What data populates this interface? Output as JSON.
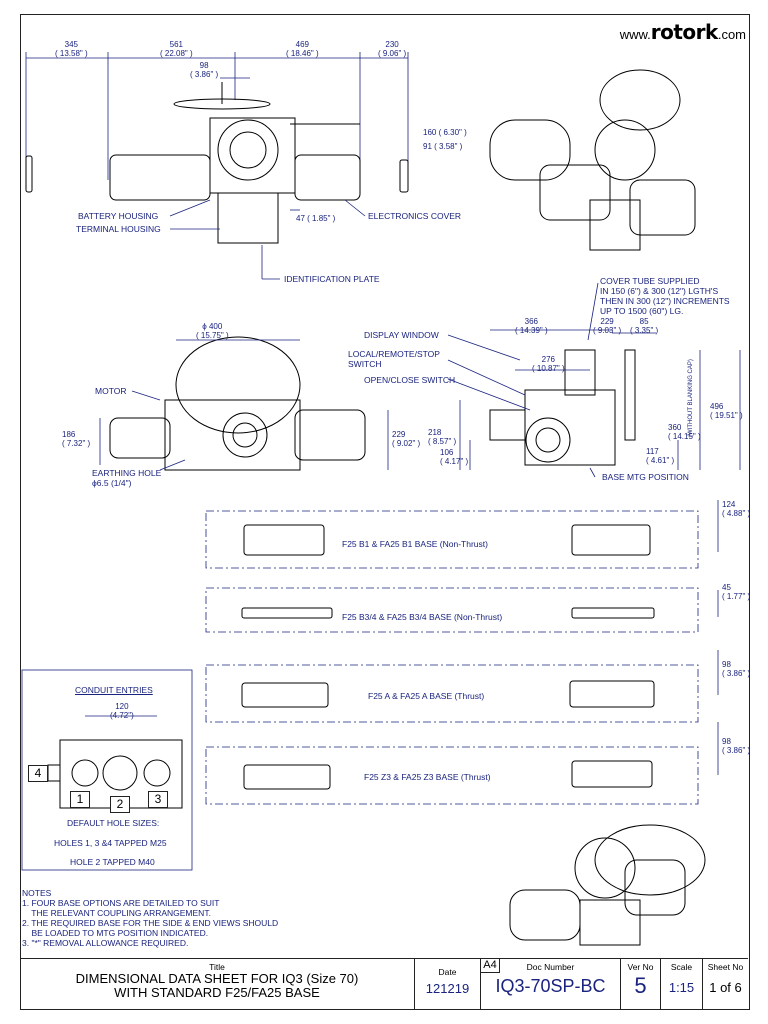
{
  "brand": {
    "prefix": "www.",
    "name": "rotork",
    "suffix": ".com"
  },
  "top_dims": {
    "d1": {
      "mm": "345",
      "in": "( 13.58\" )"
    },
    "d2": {
      "mm": "561",
      "in": "( 22.08\" )"
    },
    "d3": {
      "mm": "469",
      "in": "( 18.46\" )"
    },
    "d4": {
      "mm": "230",
      "in": "( 9.06\" )"
    },
    "d5": {
      "mm": "98",
      "in": "( 3.86\" )"
    },
    "d6": {
      "mm": "160",
      "in": "( 6.30\" )"
    },
    "d7": {
      "mm": "91",
      "in": "( 3.58\" )"
    },
    "d8": {
      "mm": "47",
      "in": "( 1.85\" )"
    }
  },
  "top_labels": {
    "battery": "BATTERY HOUSING",
    "terminal": "TERMINAL HOUSING",
    "electronics": "ELECTRONICS COVER",
    "ident": "IDENTIFICATION PLATE"
  },
  "mid_labels": {
    "cover_tube": "COVER TUBE SUPPLIED",
    "cover_tube2": "IN 150 (6\") & 300 (12\") LGTH'S",
    "cover_tube3": "THEN IN 300 (12\") INCREMENTS",
    "cover_tube4": "UP TO 1500 (60\") LG.",
    "display": "DISPLAY WINDOW",
    "local1": "LOCAL/REMOTE/STOP",
    "local2": "SWITCH",
    "openclose": "OPEN/CLOSE SWITCH",
    "motor": "MOTOR",
    "earthing": "EARTHING HOLE",
    "earthing_size": "ϕ6.5 (1/4\")",
    "base_mtg": "BASE MTG POSITION",
    "without_cap": "(WITHOUT BLANKING CAP)"
  },
  "mid_dims": {
    "dia400": {
      "mm": "ϕ  400",
      "in": "( 15.75\" )"
    },
    "d366": {
      "mm": "366",
      "in": "( 14.39\" )"
    },
    "d229h": {
      "mm": "229",
      "in": "( 9.03\" )"
    },
    "d85": {
      "mm": "85",
      "in": "( 3.35\" )"
    },
    "d276": {
      "mm": "276",
      "in": "( 10.87\" )"
    },
    "d186": {
      "mm": "186",
      "in": "( 7.32\" )"
    },
    "d229v": {
      "mm": "229",
      "in": "( 9.02\" )"
    },
    "d218": {
      "mm": "218",
      "in": "( 8.57\" )"
    },
    "d106": {
      "mm": "106",
      "in": "( 4.17\" )"
    },
    "d117": {
      "mm": "117",
      "in": "( 4.61\" )"
    },
    "d360": {
      "mm": "360",
      "in": "( 14.15\" )"
    },
    "d496": {
      "mm": "496",
      "in": "( 19.51\" )"
    }
  },
  "bases": [
    {
      "label": "F25 B1 & FA25 B1 BASE (Non-Thrust)",
      "mm": "124",
      "in": "( 4.88\" )"
    },
    {
      "label": "F25 B3/4 & FA25 B3/4 BASE (Non-Thrust)",
      "mm": "45",
      "in": "( 1.77\" )"
    },
    {
      "label": "F25 A & FA25 A BASE (Thrust)",
      "mm": "98",
      "in": "( 3.86\" )"
    },
    {
      "label": "F25 Z3 & FA25 Z3 BASE (Thrust)",
      "mm": "98",
      "in": "( 3.86\" )"
    }
  ],
  "conduit": {
    "title": "CONDUIT ENTRIES",
    "dim_mm": "120",
    "dim_in": "(4.72\")",
    "n1": "1",
    "n2": "2",
    "n3": "3",
    "n4": "4",
    "default": "DEFAULT HOLE SIZES:",
    "holes134": "HOLES 1, 3 &4  TAPPED M25",
    "hole2": "HOLE 2 TAPPED M40"
  },
  "notes": {
    "title": "NOTES",
    "n1a": "1. FOUR BASE OPTIONS ARE DETAILED TO SUIT",
    "n1b": "    THE RELEVANT COUPLING ARRANGEMENT.",
    "n2a": "2. THE REQUIRED BASE FOR THE SIDE & END VIEWS SHOULD",
    "n2b": "    BE LOADED TO MTG POSITION INDICATED.",
    "n3": "3. \"*\" REMOVAL ALLOWANCE REQUIRED."
  },
  "title_block": {
    "title_caption": "Title",
    "title_line1": "DIMENSIONAL DATA SHEET FOR IQ3 (Size 70)",
    "title_line2": "WITH STANDARD F25/FA25 BASE",
    "date_caption": "Date",
    "date": "121219",
    "paper": "A4",
    "doc_caption": "Doc Number",
    "doc": "IQ3-70SP-BC",
    "ver_caption": "Ver No",
    "ver": "5",
    "scale_caption": "Scale",
    "scale": "1:15",
    "sheet_caption": "Sheet No",
    "sheet": "1 of 6"
  }
}
